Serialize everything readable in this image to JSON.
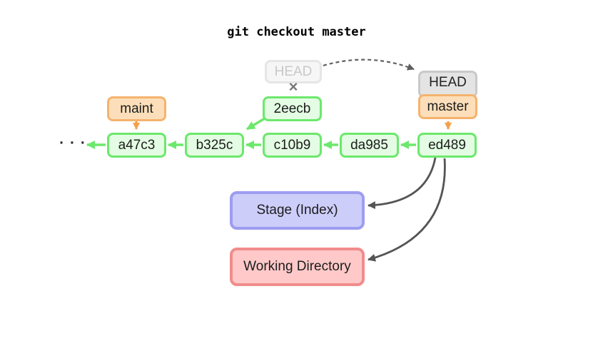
{
  "title": "git checkout master",
  "graph": {
    "ellipsis": "· · ·",
    "cross": "×",
    "commits": [
      "a47c3",
      "b325c",
      "c10b9",
      "da985",
      "ed489"
    ],
    "detached_commit": "2eecb",
    "branch_maint": "maint",
    "branch_master": "master",
    "head_old": "HEAD",
    "head_new": "HEAD"
  },
  "areas": {
    "stage": "Stage (Index)",
    "working_directory": "Working Directory"
  },
  "colors": {
    "commit_fill": "#e3fce3",
    "commit_border": "#6ce86c",
    "branch_fill": "#fcdfba",
    "branch_border": "#f5b36e",
    "branch_arrow": "#f59e4a",
    "head_fill": "#e4e4e4",
    "head_border": "#c9c9c9",
    "ghost_fill": "#f6f6f6",
    "ghost_text": "#c8c8c8",
    "stage_fill": "#cdcdfa",
    "stage_border": "#9d9df0",
    "working_fill": "#ffc9c9",
    "working_border": "#f18c8c",
    "dark_arrow": "#555555"
  }
}
